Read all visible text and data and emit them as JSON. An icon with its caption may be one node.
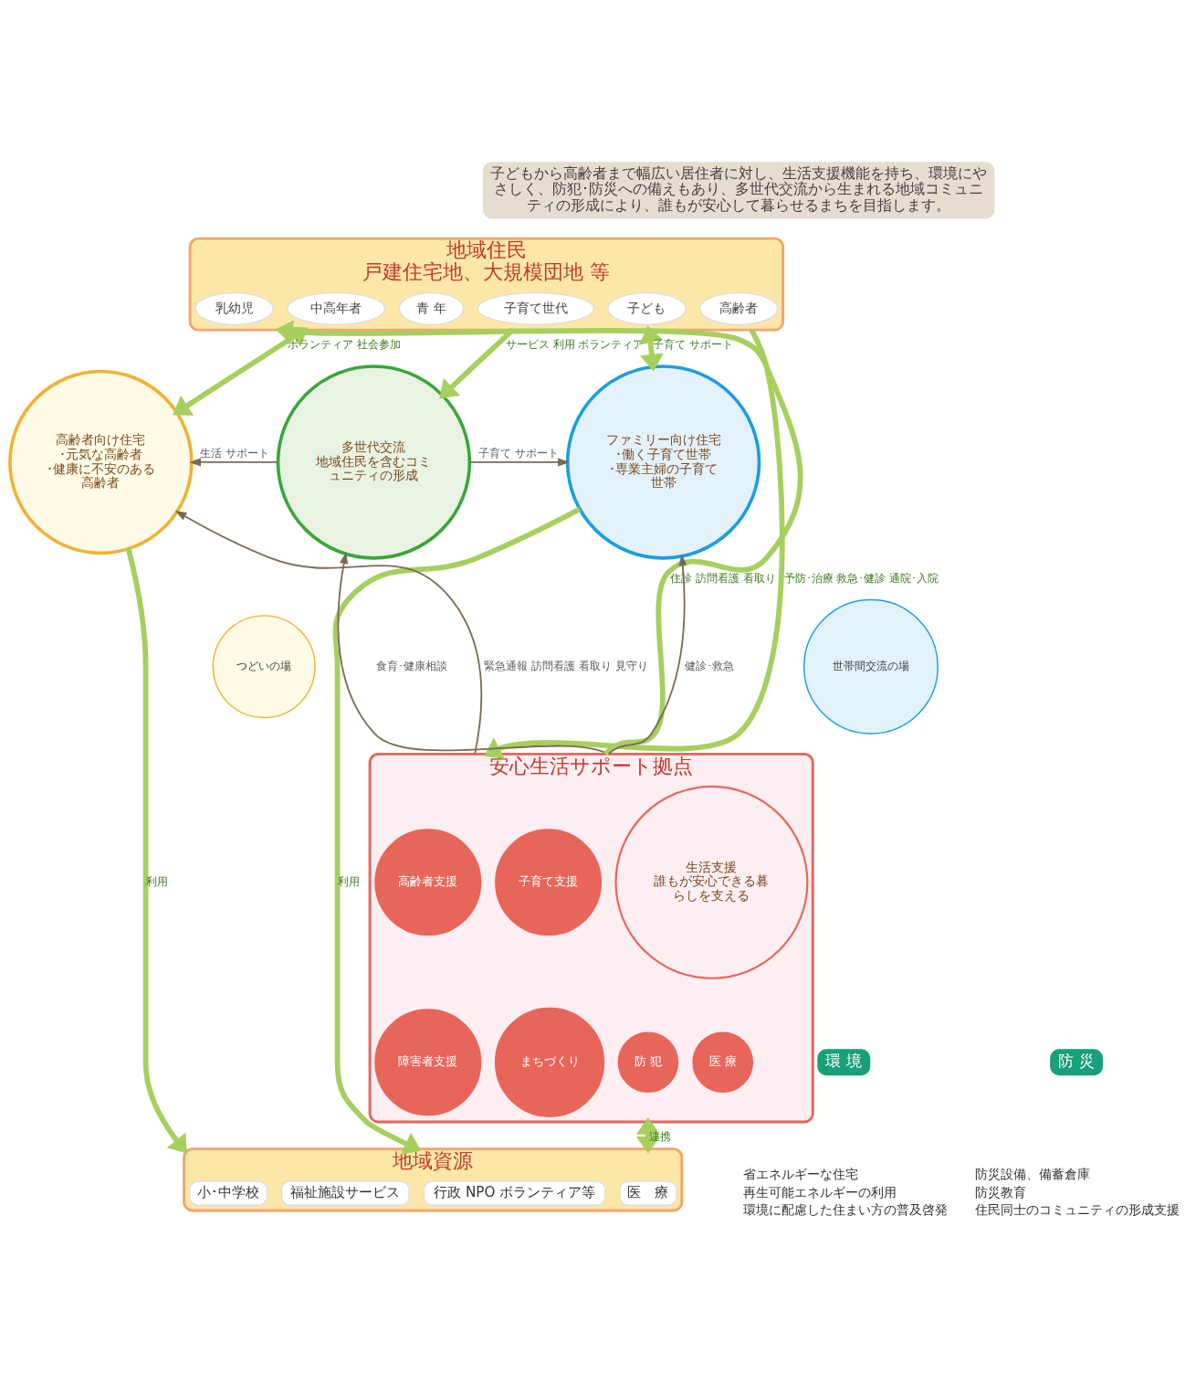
{
  "diagram": {
    "nodes": [
      {
        "text": [
          "子どもから高齢者まで幅広い居住者に対し、生活支援機能を持ち、環境にやさしく、防犯･防災への備えもあり、多世代交流から生まれる地域コミュニティの形成により、誰もが安心して暮らせるまちを目指します。"
        ]
      },
      {
        "text": [
          "地域住民",
          "戸建住宅地、大規模団地 等"
        ]
      },
      {
        "text": [
          "高齢者"
        ],
        "in": 1
      },
      {
        "text": [
          "中高年者"
        ],
        "in": 1
      },
      {
        "text": [
          "子育て世代"
        ],
        "in": 1
      },
      {
        "text": [
          "青 年"
        ],
        "in": 1
      },
      {
        "text": [
          "子ども"
        ],
        "in": 1
      },
      {
        "text": [
          "乳幼児"
        ],
        "in": 1
      },
      {
        "text": [
          "高齢者向け住宅",
          "･元気な高齢者",
          "･健康に不安のある高齢者"
        ]
      },
      {
        "text": [
          "つどいの場"
        ]
      },
      {
        "text": [
          "多世代交流",
          "地域住民を含むコミュニティの形成"
        ]
      },
      {
        "text": [
          "世帯間交流の場"
        ]
      },
      {
        "text": [
          "ファミリー向け住宅",
          "･働く子育て世帯",
          "･専業主婦の子育て世帯"
        ]
      },
      {
        "text": [
          "環 境"
        ]
      },
      {
        "text": [
          "安心生活サポート拠点"
        ]
      },
      {
        "text": [
          "生活支援",
          "誰もが安心できる暮らしを支える"
        ],
        "in": 14
      },
      {
        "text": [
          "高齢者支援"
        ],
        "in": 14
      },
      {
        "text": [
          "子育て支援"
        ],
        "in": 14
      },
      {
        "text": [
          "障害者支援"
        ],
        "in": 14
      },
      {
        "text": [
          "医 療"
        ],
        "in": 14
      },
      {
        "text": [
          "防 犯"
        ],
        "in": 14
      },
      {
        "text": [
          "まちづくり"
        ],
        "in": 14
      },
      {
        "text": [
          "防 災"
        ]
      },
      {
        "text": [
          "地域資源"
        ]
      },
      {
        "text": [
          "小･中学校"
        ],
        "in": 23
      },
      {
        "text": [
          "医　療"
        ],
        "in": 23
      },
      {
        "text": [
          "福祉施設サービス"
        ],
        "in": 23
      },
      {
        "text": [
          "行政 NPO ボランティア等"
        ],
        "in": 23
      }
    ],
    "edges": [
      {
        "from": 1,
        "to": 14,
        "arrow": "to",
        "label": "予防･治療 救急･健診 通院･入院"
      },
      {
        "from": 14,
        "to": 1,
        "arrow": "to",
        "label": "住診 訪問看護 看取り"
      },
      {
        "from": 1,
        "to": 8,
        "arrow": "both",
        "label": "ボランティア 社会参加"
      },
      {
        "from": 1,
        "to": 10,
        "arrow": "to",
        "label": "サービス 利用 ボランティア"
      },
      {
        "from": 1,
        "to": 12,
        "arrow": "both",
        "label": "子育て サポート"
      },
      {
        "from": 10,
        "to": 8,
        "arrow": "to",
        "label": "生活 サポート",
        "color": "#7a6a55"
      },
      {
        "from": 10,
        "to": 12,
        "arrow": "to",
        "label": "子育て サポート",
        "color": "#7a6a55"
      },
      {
        "from": 14,
        "to": 8,
        "arrow": "to",
        "label": "緊急通報 訪問看護 看取り 見守り",
        "color": "#7a6a55"
      },
      {
        "from": 14,
        "to": 10,
        "arrow": "to",
        "label": "食育･健康相談",
        "color": "#7a6a55"
      },
      {
        "from": 14,
        "to": 12,
        "arrow": "to",
        "label": "健診･救急",
        "color": "#7a6a55"
      },
      {
        "from": 8,
        "to": 23,
        "arrow": "to",
        "label": "利用"
      },
      {
        "from": 12,
        "to": 23,
        "arrow": "to",
        "label": "利用"
      },
      {
        "from": 14,
        "to": 23,
        "arrow": "both",
        "label": "連携"
      }
    ],
    "labels": [
      "省エネルギーな住宅",
      "再生可能エネルギーの利用",
      "環境に配慮した住まい方の普及啓発",
      "防災設備、備蓄倉庫",
      "防災教育",
      "住民同士のコミュニティの形成支援"
    ]
  }
}
